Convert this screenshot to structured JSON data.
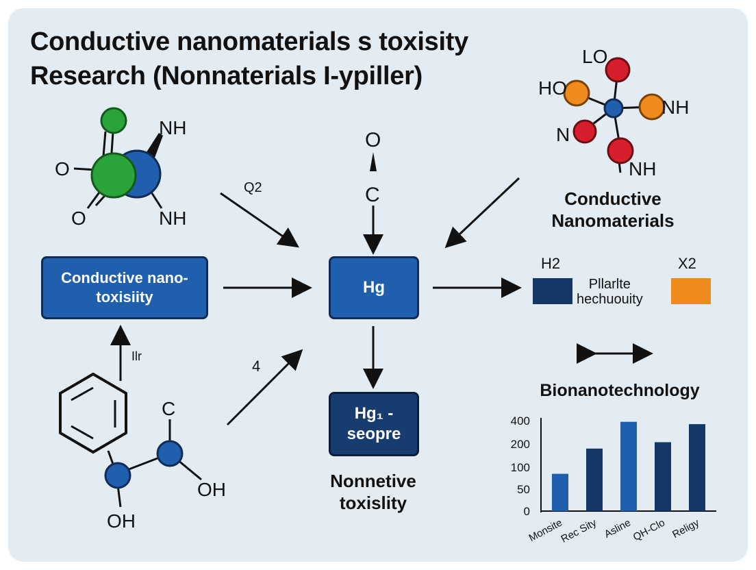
{
  "title": {
    "line1": "Conductive nanomaterials s toxisity",
    "line2": "Research (Nonnaterials I-ypiller)"
  },
  "molecule_top_left": {
    "nh_top": "NH",
    "o_left": "O",
    "o_bottom": "O",
    "nh_bottom": "NH"
  },
  "molecule_top_right": {
    "lo": "LO",
    "ho": "HO",
    "nh_right": "NH",
    "n_left": "N",
    "nh_bottom": "NH"
  },
  "molecule_bottom_left": {
    "c": "C",
    "oh_right": "OH",
    "oh_bottom": "OH"
  },
  "arrow_labels": {
    "q2": "Q2",
    "ilr": "Ilr",
    "four": "4",
    "o_top": "O",
    "c_top": "C"
  },
  "boxes": {
    "left": {
      "line1": "Conductive nano-",
      "line2": "toxisiity"
    },
    "center": "Hg",
    "bottom": {
      "line1": "Hg₁ -",
      "line2": "seopre"
    }
  },
  "captions": {
    "conductive_line1": "Conductive",
    "conductive_line2": "Nanomaterials",
    "nonnetive_line1": "Nonnetive",
    "nonnetive_line2": "toxislity",
    "bionano": "Bionanotechnology"
  },
  "legend": {
    "h2": "H2",
    "x2": "X2",
    "text_line1": "Pllarlte",
    "text_line2": "hechuouity",
    "colors": {
      "blue": "#143768",
      "orange": "#ef8a1c"
    }
  },
  "chart_data": {
    "type": "bar",
    "categories": [
      "Monsite",
      "Rec Sity",
      "Asline",
      "QH-Clo",
      "Religy"
    ],
    "values": [
      85,
      180,
      390,
      215,
      370
    ],
    "yticks": [
      {
        "label": "0",
        "value": 0
      },
      {
        "label": "50",
        "value": 50
      },
      {
        "label": "100",
        "value": 100
      },
      {
        "label": "200",
        "value": 200
      },
      {
        "label": "400",
        "value": 400
      }
    ],
    "ylim": [
      0,
      400
    ],
    "bar_colors": [
      "#1f5fae",
      "#143768",
      "#1f5fae",
      "#143768",
      "#143768"
    ],
    "grid": false
  }
}
